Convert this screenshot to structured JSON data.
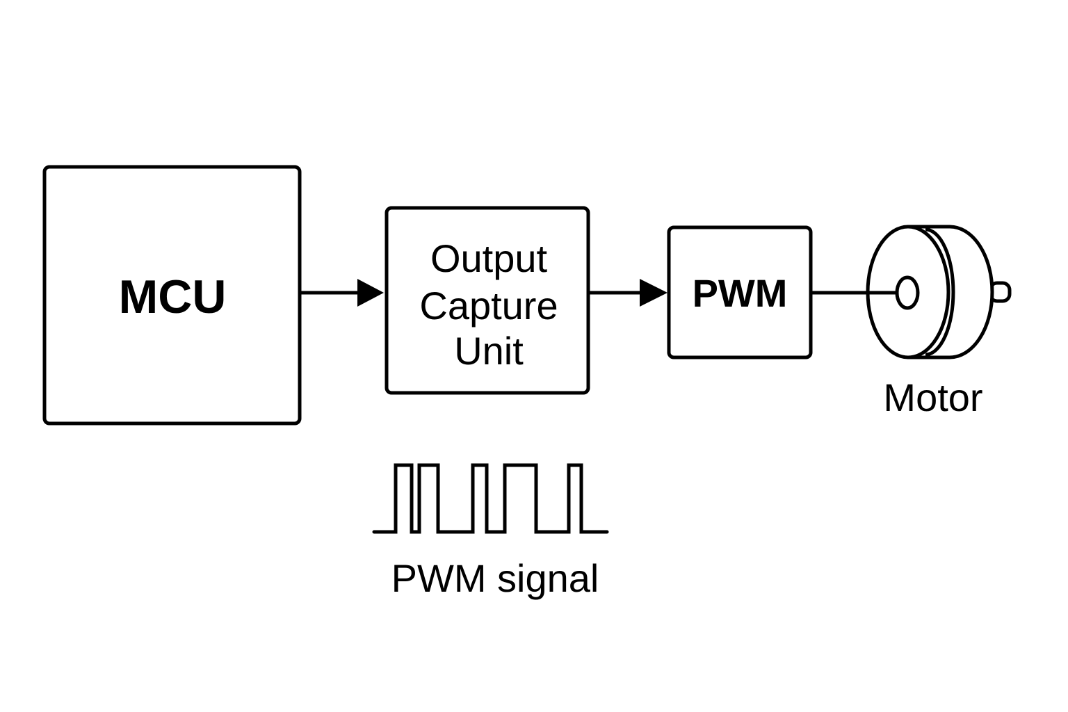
{
  "diagram": {
    "blocks": {
      "mcu": {
        "label": "MCU"
      },
      "ocu": {
        "lines": [
          "Output",
          "Capture",
          "Unit"
        ]
      },
      "pwm": {
        "label": "PWM"
      }
    },
    "motor": {
      "label": "Motor"
    },
    "signal": {
      "label": "PWM signal"
    },
    "colors": {
      "stroke": "#000000",
      "background": "#ffffff"
    }
  }
}
